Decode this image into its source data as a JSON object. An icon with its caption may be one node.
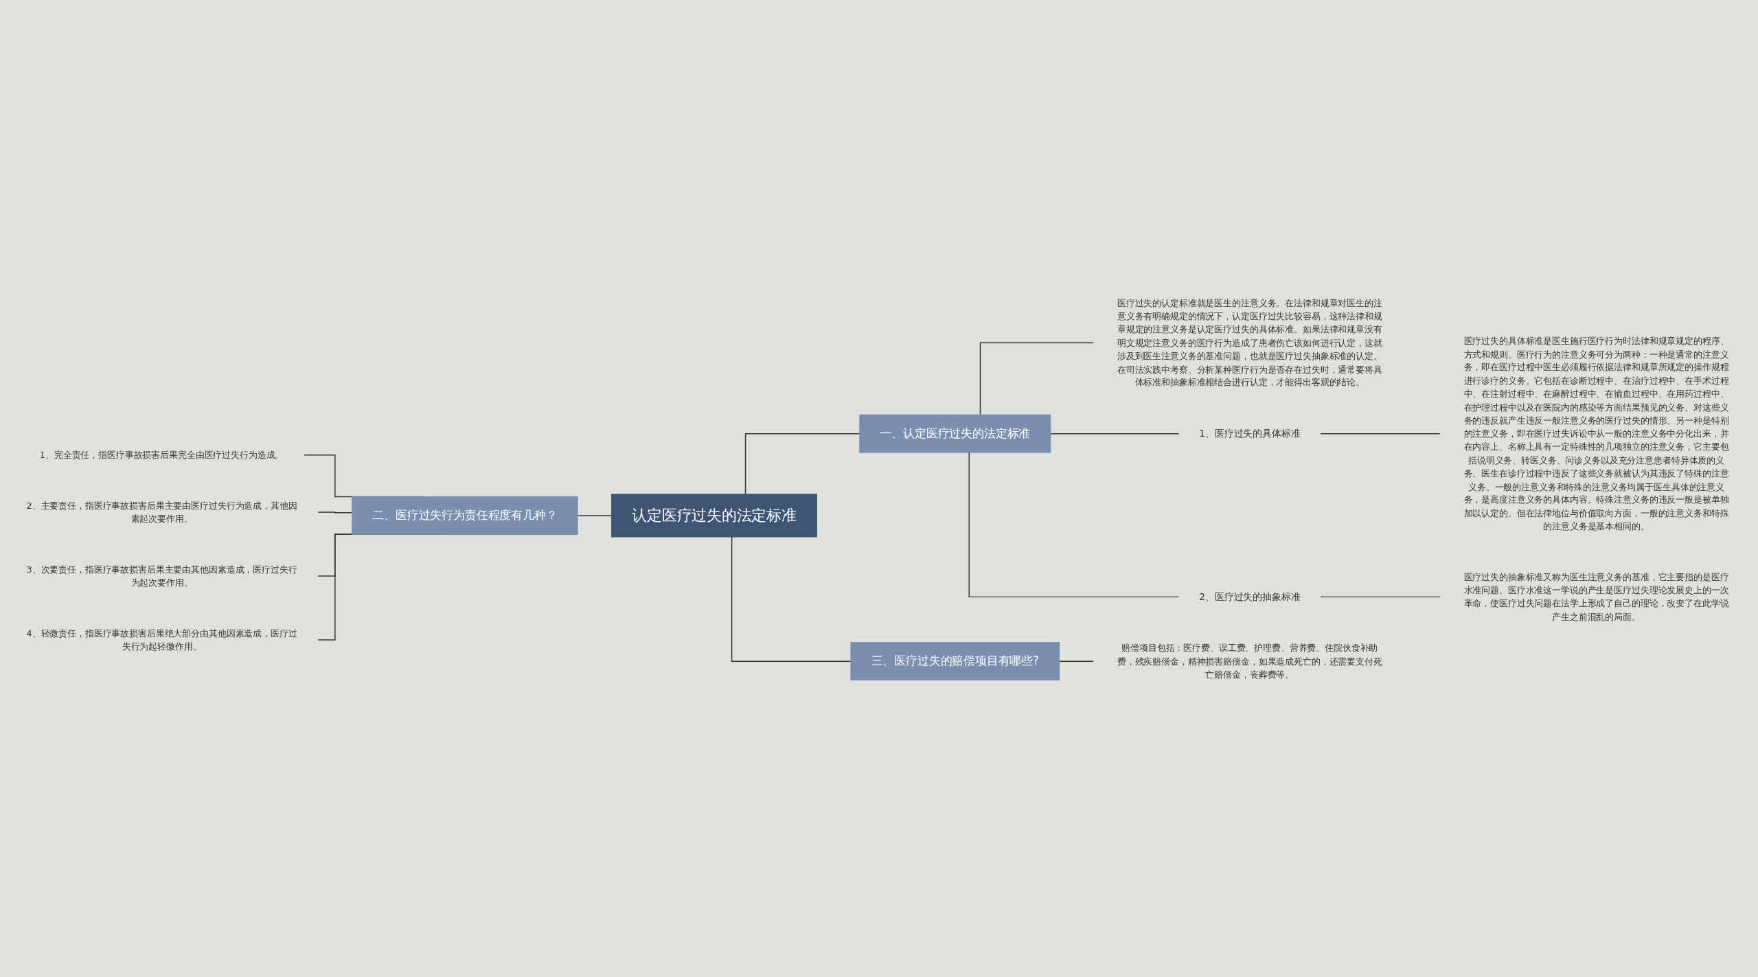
{
  "diagram": {
    "nodes": [
      {
        "text": [
          "认定医疗过失的法定标准"
        ]
      },
      {
        "text": [
          "一、认定医疗过失的法定标准"
        ]
      },
      {
        "text": [
          "医疗过失的认定标准就是医生的注意义务。在法律和规章对医生的注意义务有明确规定的情况下，认定医疗过失比较容易，这种法律和规章规定的注意义务是认定医疗过失的具体标准。如果法律和规章没有明文规定注意义务的医疗行为造成了患者伤亡该如何进行认定，这就涉及到医生注意义务的基准问题，也就是医疗过失抽象标准的认定。在司法实践中考察、分析某种医疗行为是否存在过失时，通常要将具体标准和抽象标准相结合进行认定，才能得出客观的结论。"
        ]
      },
      {
        "text": [
          "1、医疗过失的具体标准"
        ]
      },
      {
        "text": [
          "医疗过失的具体标准是医生施行医疗行为时法律和规章规定的程序、方式和规则。医疗行为的注意义务可分为两种：一种是通常的注意义务，即在医疗过程中医生必须履行依据法律和规章所规定的操作规程进行诊疗的义务。它包括在诊断过程中、在治疗过程中、在手术过程中、在注射过程中、在麻醉过程中、在输血过程中、在用药过程中、在护理过程中以及在医院内的感染等方面结果预见的义务。对这些义务的违反就产生违反一般注意义务的医疗过失的情形。另一种是特别的注意义务，即在医疗过失诉讼中从一般的注意义务中分化出来，并在内容上、名称上具有一定特殊性的几项独立的注意义务，它主要包括说明义务、转医义务、问诊义务以及充分注意患者特异体质的义务。医生在诊疗过程中违反了这些义务就被认为其违反了特殊的注意义务。一般的注意义务和特殊的注意义务均属于医生具体的注意义务，是高度注意义务的具体内容。特殊注意义务的违反一般是被单独加以认定的。但在法律地位与价值取向方面，一般的注意义务和特殊的注意义务是基本相同的。"
        ]
      },
      {
        "text": [
          "2、医疗过失的抽象标准"
        ]
      },
      {
        "text": [
          "医疗过失的抽象标准又称为医生注意义务的基准，它主要指的是医疗水准问题。医疗水准这一学说的产生是医疗过失理论发展史上的一次革命，使医疗过失问题在法学上形成了自己的理论，改变了在此学说产生之前混乱的局面。"
        ]
      },
      {
        "text": [
          "二、医疗过失行为责任程度有几种？"
        ]
      },
      {
        "text": [
          "1、完全责任，指医疗事故损害后果完全由医疗过失行为造成。"
        ]
      },
      {
        "text": [
          "2、主要责任，指医疗事故损害后果主要由医疗过失行为造成，其他因素起次要作用。"
        ]
      },
      {
        "text": [
          "3、次要责任，指医疗事故损害后果主要由其他因素造成，医疗过失行为起次要作用。"
        ]
      },
      {
        "text": [
          "4、轻微责任，指医疗事故损害后果绝大部分由其他因素造成，医疗过失行为起轻微作用。"
        ]
      },
      {
        "text": [
          "三、医疗过失的赔偿项目有哪些?"
        ]
      },
      {
        "text": [
          "赔偿项目包括：医疗费、误工费、护理费、营养费、住院伙食补助费，残疾赔偿金，精神损害赔偿金，如果造成死亡的，还需要支付死亡赔偿金，丧葬费等。"
        ]
      }
    ],
    "edges": [
      {
        "from": 0,
        "to": 1,
        "arrow": "none"
      },
      {
        "from": 1,
        "to": 2,
        "arrow": "none"
      },
      {
        "from": 1,
        "to": 3,
        "arrow": "none"
      },
      {
        "from": 3,
        "to": 4,
        "arrow": "none"
      },
      {
        "from": 1,
        "to": 5,
        "arrow": "none"
      },
      {
        "from": 5,
        "to": 6,
        "arrow": "none"
      },
      {
        "from": 0,
        "to": 7,
        "arrow": "none"
      },
      {
        "from": 7,
        "to": 8,
        "arrow": "none"
      },
      {
        "from": 7,
        "to": 9,
        "arrow": "none"
      },
      {
        "from": 7,
        "to": 10,
        "arrow": "none"
      },
      {
        "from": 7,
        "to": 11,
        "arrow": "none"
      },
      {
        "from": 0,
        "to": 12,
        "arrow": "none"
      },
      {
        "from": 12,
        "to": 13,
        "arrow": "none"
      }
    ]
  }
}
